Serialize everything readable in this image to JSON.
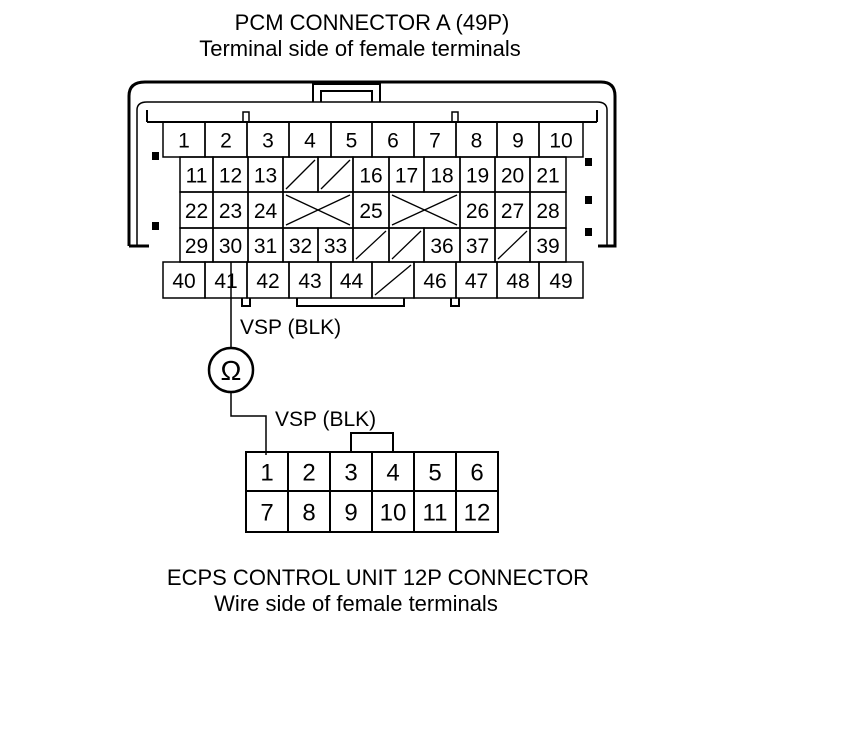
{
  "pcm_connector": {
    "title": "PCM CONNECTOR A (49P)",
    "subtitle": "Terminal side of female terminals",
    "rows": [
      [
        "1",
        "2",
        "3",
        "4",
        "5",
        "6",
        "7",
        "8",
        "9",
        "10"
      ],
      [
        "11",
        "12",
        "13",
        "",
        "",
        "16",
        "17",
        "18",
        "19",
        "20",
        "21"
      ],
      [
        "22",
        "23",
        "24",
        "",
        "25",
        "",
        "26",
        "27",
        "28"
      ],
      [
        "29",
        "30",
        "31",
        "32",
        "33",
        "",
        "",
        "36",
        "37",
        "",
        "39"
      ],
      [
        "40",
        "41",
        "42",
        "43",
        "44",
        "",
        "46",
        "47",
        "48",
        "49"
      ]
    ]
  },
  "meter": {
    "symbol": "Ω"
  },
  "wire_labels": {
    "upper": "VSP (BLK)",
    "lower": "VSP (BLK)"
  },
  "ecps_connector": {
    "title": "ECPS CONTROL UNIT 12P CONNECTOR",
    "subtitle": "Wire side of female terminals",
    "rows": [
      [
        "1",
        "2",
        "3",
        "4",
        "5",
        "6"
      ],
      [
        "7",
        "8",
        "9",
        "10",
        "11",
        "12"
      ]
    ]
  }
}
